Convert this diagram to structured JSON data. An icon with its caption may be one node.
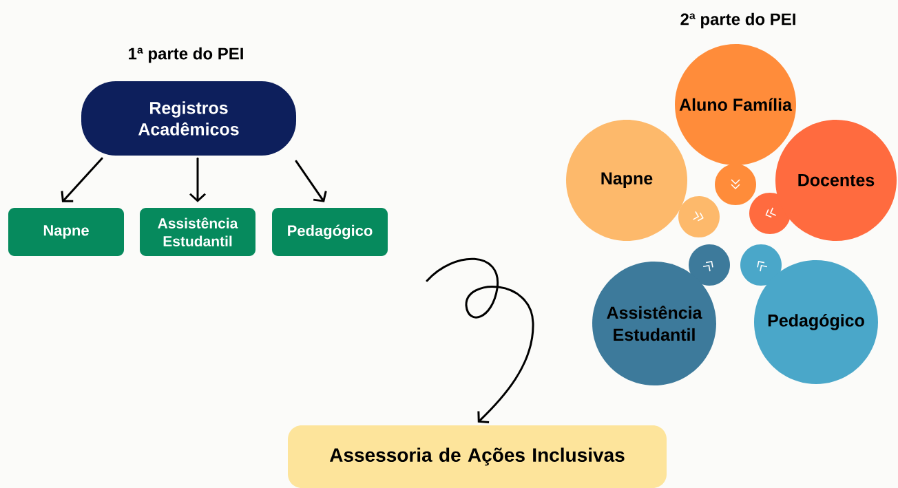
{
  "diagram": {
    "nodes": [
      {
        "text": [
          "Registros Acadêmicos"
        ]
      },
      {
        "text": [
          "Napne"
        ]
      },
      {
        "text": [
          "Assistência Estudantil"
        ]
      },
      {
        "text": [
          "Pedagógico"
        ]
      },
      {
        "text": [
          "Aluno Família"
        ]
      },
      {
        "text": [
          "Napne"
        ]
      },
      {
        "text": [
          "Docentes"
        ]
      },
      {
        "text": [
          "Assistência Estudantil"
        ]
      },
      {
        "text": [
          "Pedagógico"
        ]
      },
      {
        "text": [
          "Assessoria de Ações Inclusivas"
        ]
      }
    ],
    "edges": [
      {
        "from": 0,
        "to": 1,
        "arrow": "to"
      },
      {
        "from": 0,
        "to": 2,
        "arrow": "to"
      },
      {
        "from": 0,
        "to": 3,
        "arrow": "to"
      },
      {
        "from": null,
        "to": 9,
        "arrow": "to"
      }
    ],
    "labels": [
      "2ª parte do PEI",
      "1ª parte do PEI"
    ]
  }
}
